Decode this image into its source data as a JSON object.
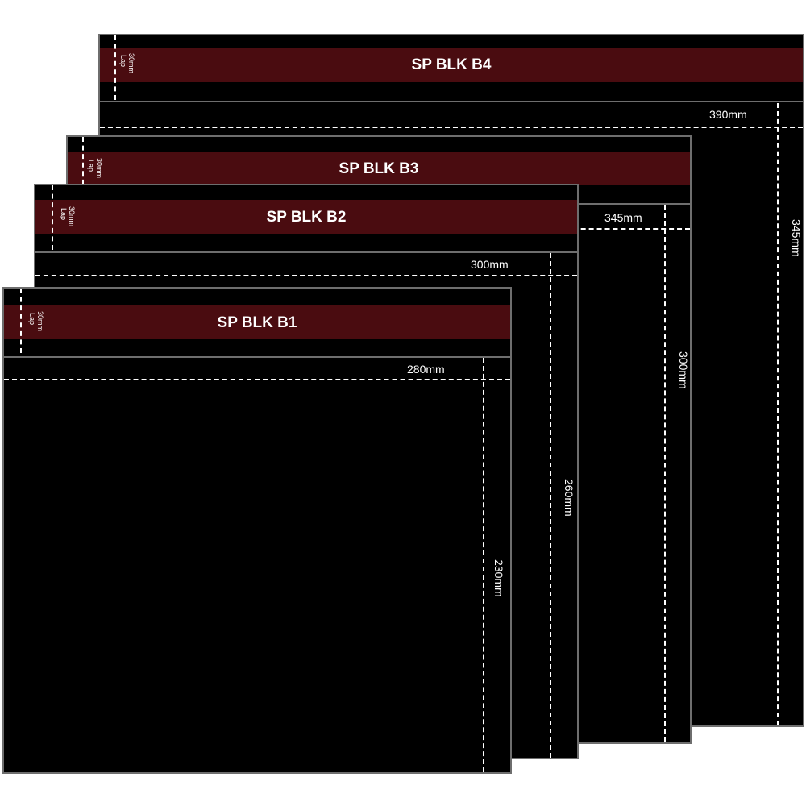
{
  "colors": {
    "bag": "#000000",
    "band": "#4a0c10",
    "border": "#6e6e6e",
    "dash": "#ffffff"
  },
  "bags": [
    {
      "name": "SP BLK B4",
      "lap_value": "30mm",
      "lap_label": "Lap",
      "width": "390mm",
      "height": "345mm"
    },
    {
      "name": "SP BLK B3",
      "lap_value": "30mm",
      "lap_label": "Lap",
      "width": "345mm",
      "height": "300mm"
    },
    {
      "name": "SP BLK B2",
      "lap_value": "30mm",
      "lap_label": "Lap",
      "width": "300mm",
      "height": "260mm"
    },
    {
      "name": "SP BLK B1",
      "lap_value": "30mm",
      "lap_label": "Lap",
      "width": "280mm",
      "height": "230mm"
    }
  ]
}
